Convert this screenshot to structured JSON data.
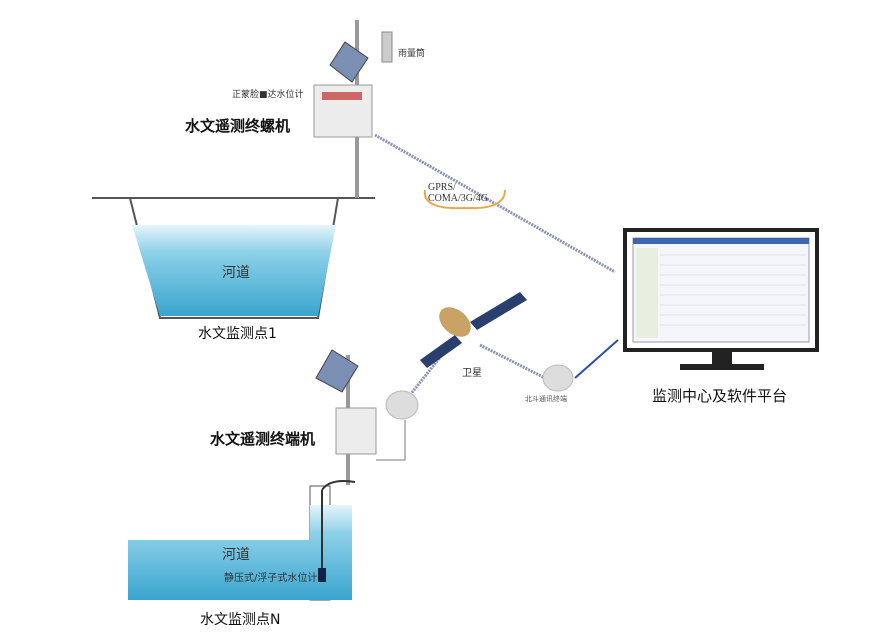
{
  "labels": {
    "rain_gauge": "雨量筒",
    "radar_gauge": "正蒙脸■达水位计",
    "terminal_top": "水文遥测终螺机",
    "network": "GPRS/\nCOMA/3G/4G",
    "river1": "河道",
    "station1": "水文监测点1",
    "satellite": "卫星",
    "ground_terminal": "北斗通讯终端",
    "center": "监测中心及软件平台",
    "terminal_bottom": "水文遥测终端机",
    "riverN": "河道",
    "pressure_gauge": "静压式/浮子式水位计",
    "stationN": "水文监测点N"
  },
  "colors": {
    "water": "#4fb3d6",
    "link": "#8a93b5",
    "arrow": "#2c4fa0",
    "screen_frame": "#222"
  }
}
